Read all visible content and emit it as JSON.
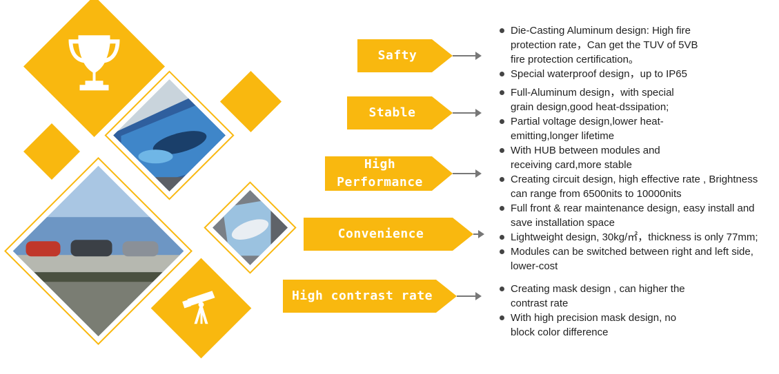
{
  "colors": {
    "accent": "#F9B80F",
    "text": "#222222",
    "arrow": "#777777"
  },
  "icons": {
    "top": "trophy-icon",
    "bottom": "telescope-icon"
  },
  "features": [
    {
      "label": "Safty",
      "bullets": [
        "Die-Casting Aluminum design: High fire protection rate，Can get the TUV of 5VB fire protection certification。",
        "Special waterproof design，up to IP65"
      ]
    },
    {
      "label": "Stable",
      "bullets": [
        "Full-Aluminum design，with special grain design,good heat-dssipation;",
        "Partial voltage design,lower heat-emitting,longer lifetime",
        "With HUB between modules and receiving card,more stable"
      ]
    },
    {
      "label": "High Performance",
      "bullets": [
        "Creating circuit design, high effective rate , Brightness can range from 6500nits to 10000nits"
      ]
    },
    {
      "label": "Convenience",
      "bullets": [
        "Full front & rear maintenance design, easy install and save installation space",
        "Lightweight design, 30kg/㎡，thickness is only 77mm;",
        "Modules can be switched between right and left side, lower-cost"
      ]
    },
    {
      "label": "High contrast rate",
      "bullets": [
        "Creating mask design , can higher the contrast rate",
        " With high precision mask design, no block color difference"
      ]
    }
  ]
}
